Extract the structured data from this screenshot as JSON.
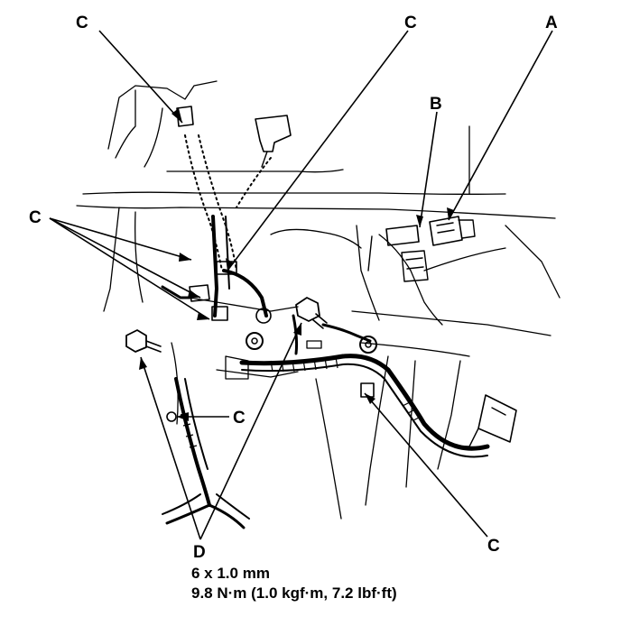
{
  "callouts": {
    "c_top_left": "C",
    "c_top_center": "C",
    "a_top_right": "A",
    "b_top_right": "B",
    "c_left": "C",
    "c_lower_mid": "C",
    "c_bottom_right": "C",
    "d_bottom": "D"
  },
  "spec": {
    "bolt_size": "6 x 1.0 mm",
    "torque": "9.8 N·m (1.0 kgf·m, 7.2 lbf·ft)"
  },
  "colors": {
    "ink": "#000000",
    "paper": "#ffffff"
  }
}
